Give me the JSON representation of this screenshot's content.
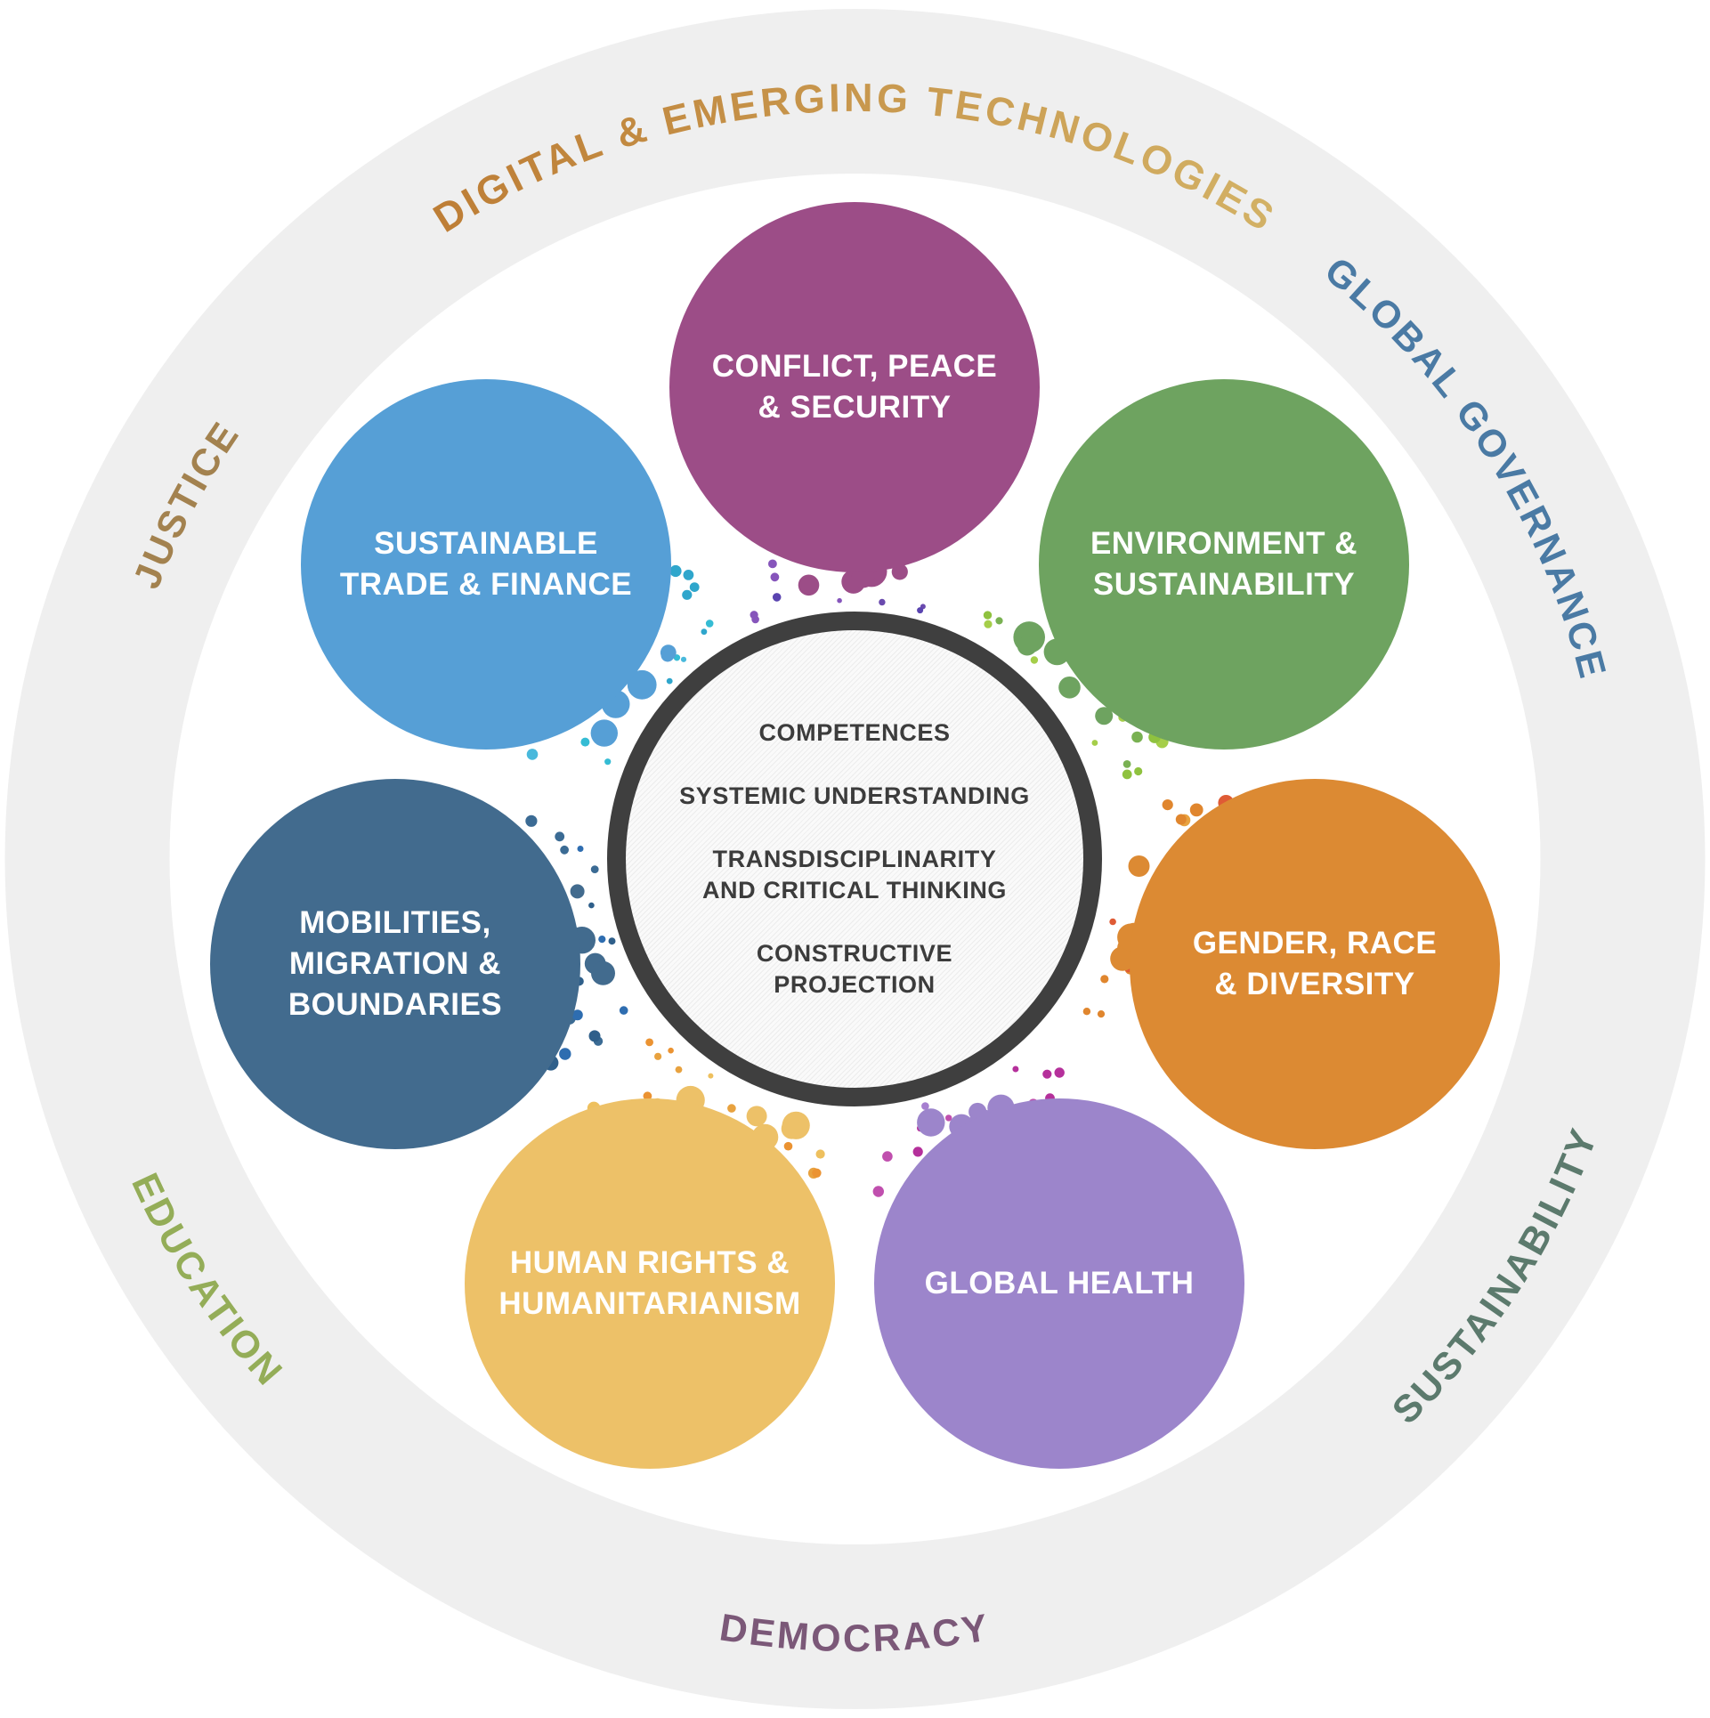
{
  "ring": {
    "band_color": "#efefef",
    "inner_color": "#ffffff",
    "labels": [
      {
        "id": "digital-emerging-technologies",
        "text": "DIGITAL & EMERGING TECHNOLOGIES",
        "gradient": [
          "#bd7d35",
          "#d3b266"
        ],
        "position": "top"
      },
      {
        "id": "global-governance",
        "text": "GLOBAL GOVERNANCE",
        "color": "#4a7aa4",
        "position": "upper-right"
      },
      {
        "id": "sustainability",
        "text": "SUSTAINABILITY",
        "color": "#5c7a6d",
        "position": "lower-right"
      },
      {
        "id": "democracy",
        "text": "DEMOCRACY",
        "color": "#7b5878",
        "position": "bottom"
      },
      {
        "id": "education",
        "text": "EDUCATION",
        "color": "#94ad58",
        "position": "lower-left"
      },
      {
        "id": "justice",
        "text": "JUSTICE",
        "color": "#a3824f",
        "position": "upper-left"
      }
    ]
  },
  "circles": [
    {
      "id": "conflict-peace-security",
      "color": "#9c4d87",
      "lines": [
        "CONFLICT, PEACE",
        "& SECURITY"
      ]
    },
    {
      "id": "environment-sustainability",
      "color": "#6ea360",
      "lines": [
        "ENVIRONMENT &",
        "SUSTAINABILITY"
      ]
    },
    {
      "id": "gender-race-diversity",
      "color": "#dc8a33",
      "lines": [
        "GENDER, RACE",
        "& DIVERSITY"
      ]
    },
    {
      "id": "global-health",
      "color": "#9c85cb",
      "lines": [
        "GLOBAL HEALTH"
      ]
    },
    {
      "id": "human-rights-humanitarianism",
      "color": "#edc168",
      "lines": [
        "HUMAN RIGHTS &",
        "HUMANITARIANISM"
      ]
    },
    {
      "id": "mobilities-migration-boundaries",
      "color": "#426b8e",
      "lines": [
        "MOBILITIES,",
        "MIGRATION &",
        "BOUNDARIES"
      ]
    },
    {
      "id": "sustainable-trade-finance",
      "color": "#569fd6",
      "lines": [
        "SUSTAINABLE",
        "TRADE & FINANCE"
      ]
    }
  ],
  "center": {
    "border_color": "#3f3f3f",
    "text_color": "#3c3c3c",
    "groups": [
      [
        "COMPETENCES"
      ],
      [
        "SYSTEMIC UNDERSTANDING"
      ],
      [
        "TRANSDISCIPLINARITY",
        "AND CRITICAL THINKING"
      ],
      [
        "CONSTRUCTIVE",
        "PROJECTION"
      ]
    ]
  },
  "halftone": {
    "palettes": [
      [
        "#5a44b0",
        "#6a4aae",
        "#8655bb"
      ],
      [
        "#8fc23f",
        "#79b152",
        "#a5ce49"
      ],
      [
        "#e0862e",
        "#df5b35",
        "#e8a23f"
      ],
      [
        "#b5309b",
        "#a67fd0",
        "#c04fae"
      ],
      [
        "#eb9332",
        "#eec05e",
        "#e8a23f"
      ],
      [
        "#2e6db0",
        "#3b6b94",
        "#2f5f8a"
      ],
      [
        "#35bcd4",
        "#2fa6cc",
        "#49b9dc"
      ]
    ]
  }
}
